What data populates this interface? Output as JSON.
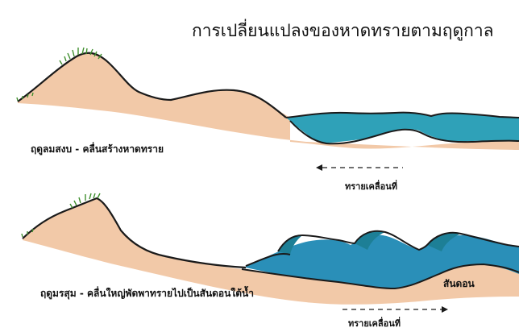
{
  "title": "การเปลี่ยนแปลงของหาดทรายตามฤดูกาล",
  "panels": [
    {
      "caption": "ฤดูลมสงบ - คลื่นสร้างหาดทราย",
      "arrow_label": "ทรายเคลื่อนที่",
      "arrow_direction": "toward-shore"
    },
    {
      "caption": "ฤดูมรสุม - คลื่นใหญ่พัดพาทรายไปเป็นสันดอนใต้น้ำ",
      "arrow_label": "ทรายเคลื่อนที่",
      "arrow_direction": "toward-sea",
      "feature_label": "สันดอน"
    }
  ],
  "colors": {
    "sand": "#f2c9a8",
    "sand_edge": "#1a1a1a",
    "water": "#2fa1b8",
    "water_dark": "#1d7f96",
    "grass": "#3f8f2e"
  }
}
